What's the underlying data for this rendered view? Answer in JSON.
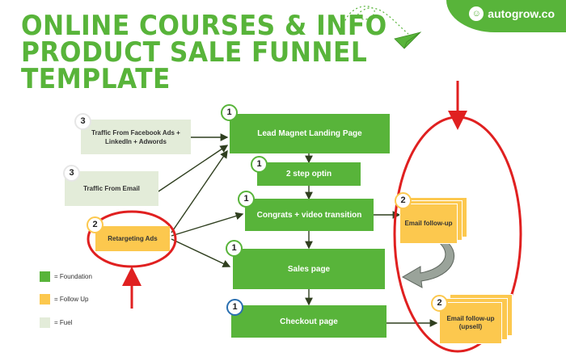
{
  "title": {
    "line1": "ONLINE COURSES & INFO",
    "line2": "PRODUCT SALE FUNNEL",
    "line3": "TEMPLATE"
  },
  "brand": {
    "name": "autogrow.co"
  },
  "nodes": {
    "traffic_facebook": {
      "label": "Traffic From Facebook Ads + LinkedIn + Adwords",
      "badge": "3"
    },
    "traffic_email": {
      "label": "Traffic From Email",
      "badge": "3"
    },
    "retargeting": {
      "label": "Retargeting Ads",
      "badge": "2"
    },
    "lead_magnet": {
      "label": "Lead Magnet Landing Page",
      "badge": "1"
    },
    "step_optin": {
      "label": "2 step optin",
      "badge": "1"
    },
    "congrats": {
      "label": "Congrats + video transition",
      "badge": "1"
    },
    "sales": {
      "label": "Sales page",
      "badge": "1"
    },
    "checkout": {
      "label": "Checkout page",
      "badge": "1"
    },
    "email_followup": {
      "label": "Email follow-up",
      "badge": "2"
    },
    "email_upsell": {
      "label": "Email follow-up (upsell)",
      "badge": "2"
    }
  },
  "legend": [
    {
      "label": "= Foundation",
      "color": "#58b43a"
    },
    {
      "label": "= Follow Up",
      "color": "#fcc84e"
    },
    {
      "label": "= Fuel",
      "color": "#e3ecd9"
    }
  ],
  "colors": {
    "green": "#58b43a",
    "yellow": "#fcc84e",
    "fuel": "#e3ecd9",
    "annotation_red": "#e02020"
  }
}
